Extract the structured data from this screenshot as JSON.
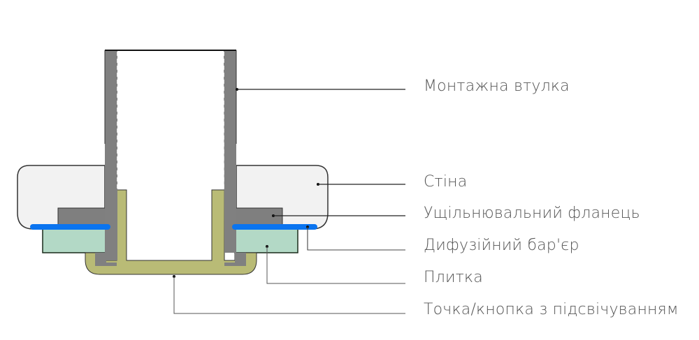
{
  "diagram": {
    "type": "cross-section",
    "labels": [
      {
        "key": "sleeve",
        "text": "Монтажна втулка"
      },
      {
        "key": "wall",
        "text": "Стіна"
      },
      {
        "key": "flange",
        "text": "Ущільнювальний фланець"
      },
      {
        "key": "barrier",
        "text": "Дифузійний бар'єр"
      },
      {
        "key": "tile",
        "text": "Плитка"
      },
      {
        "key": "light",
        "text": "Точка/кнопка з підсвічуванням"
      }
    ],
    "colors": {
      "sleeve": "#808080",
      "wall": "#f2f2f2",
      "flange": "#7f7f7f",
      "barrier": "#0a74f0",
      "tile": "#b3d9c6",
      "light": "#b9bb76",
      "text": "#555555",
      "line": "#222222"
    }
  }
}
